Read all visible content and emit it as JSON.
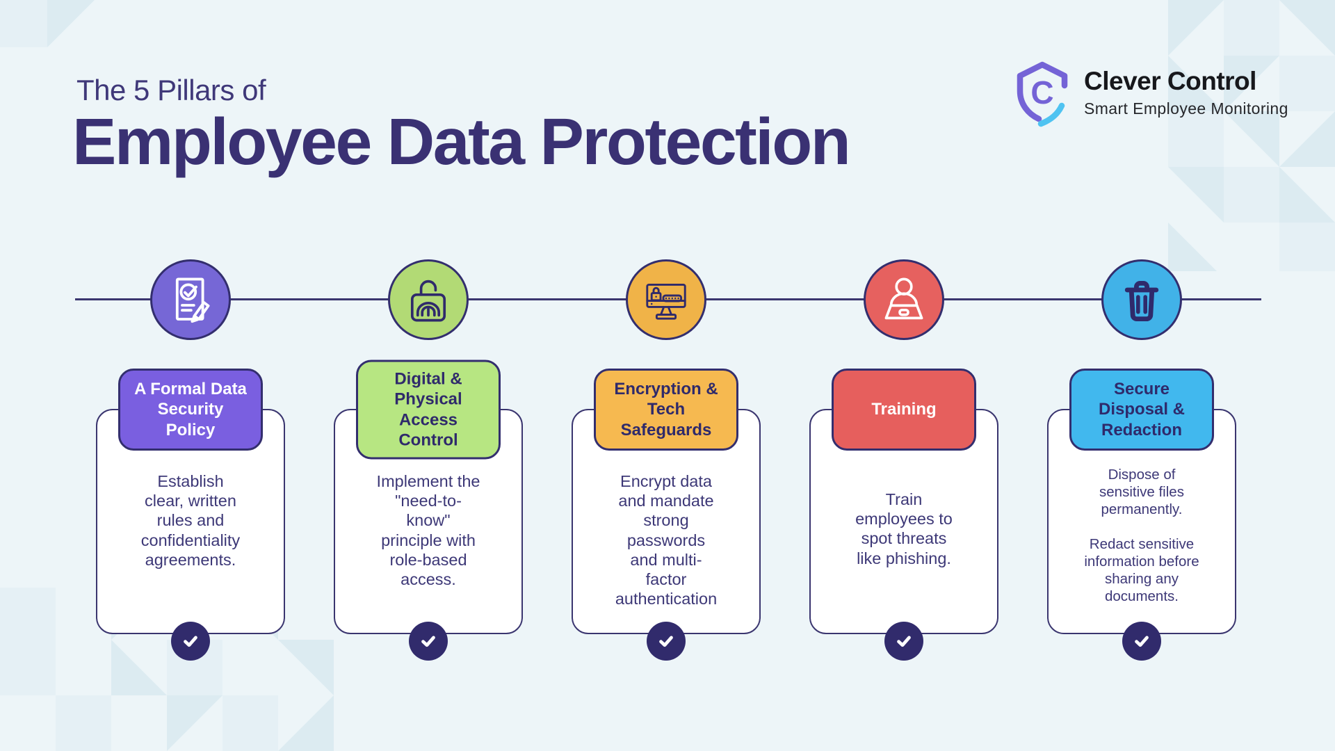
{
  "page": {
    "background_color": "#edf5f8",
    "title_prefix": "The 5 Pillars of",
    "title_main": "Employee Data Protection",
    "title_color": "#3a3173"
  },
  "brand": {
    "name": "Clever Control",
    "tagline": "Smart Employee Monitoring",
    "monogram": "C",
    "shield_color": "#7463d6",
    "shield_accent_color": "#4fc3f1",
    "name_color": "#17181c"
  },
  "theme": {
    "navy": "#312b6c",
    "rail_color": "#3a356f",
    "card_background": "#ffffff",
    "body_text_color": "#3d3877",
    "pattern_triangle_color": "#dcebf1",
    "pattern_square_color": "#e5f0f5"
  },
  "pillars": [
    {
      "icon": "document-check-pen-icon",
      "title": "A Formal Data\nSecurity\nPolicy",
      "body": "Establish\nclear, written\nrules and\nconfidentiality\nagreements.",
      "colors": {
        "header_bg": "#7a5fe0",
        "header_text": "#ffffff",
        "circle_bg": "#7667d6",
        "icon_stroke": "#ffffff"
      }
    },
    {
      "icon": "fingerprint-lock-icon",
      "title": "Digital &\nPhysical\nAccess\nControl",
      "body": "Implement the\n\"need-to-\nknow\"\nprinciple with\nrole-based\naccess.",
      "colors": {
        "header_bg": "#b7e682",
        "header_text": "#2f2a6b",
        "circle_bg": "#b2da75",
        "icon_stroke": "#2f2a6b"
      }
    },
    {
      "icon": "monitor-password-lock-icon",
      "title": "Encryption &\nTech\nSafeguards",
      "body": "Encrypt data\nand mandate\nstrong\npasswords\nand multi-\nfactor\nauthentication",
      "colors": {
        "header_bg": "#f6b950",
        "header_text": "#2f2a6b",
        "circle_bg": "#f0b348",
        "icon_stroke": "#2f2a6b"
      }
    },
    {
      "icon": "person-laptop-icon",
      "title": "Training",
      "body": "Train\nemployees to\nspot threats\nlike phishing.",
      "colors": {
        "header_bg": "#e65f5d",
        "header_text": "#ffffff",
        "circle_bg": "#e6615f",
        "icon_stroke": "#ffffff"
      }
    },
    {
      "icon": "trash-bin-icon",
      "title": "Secure\nDisposal &\nRedaction",
      "body": "Dispose of\nsensitive files\npermanently.\n\nRedact sensitive\ninformation before\nsharing any\ndocuments.",
      "colors": {
        "header_bg": "#41b8ee",
        "header_text": "#2f2a6b",
        "circle_bg": "#41b2e8",
        "icon_stroke": "#2f2a6b"
      }
    }
  ]
}
